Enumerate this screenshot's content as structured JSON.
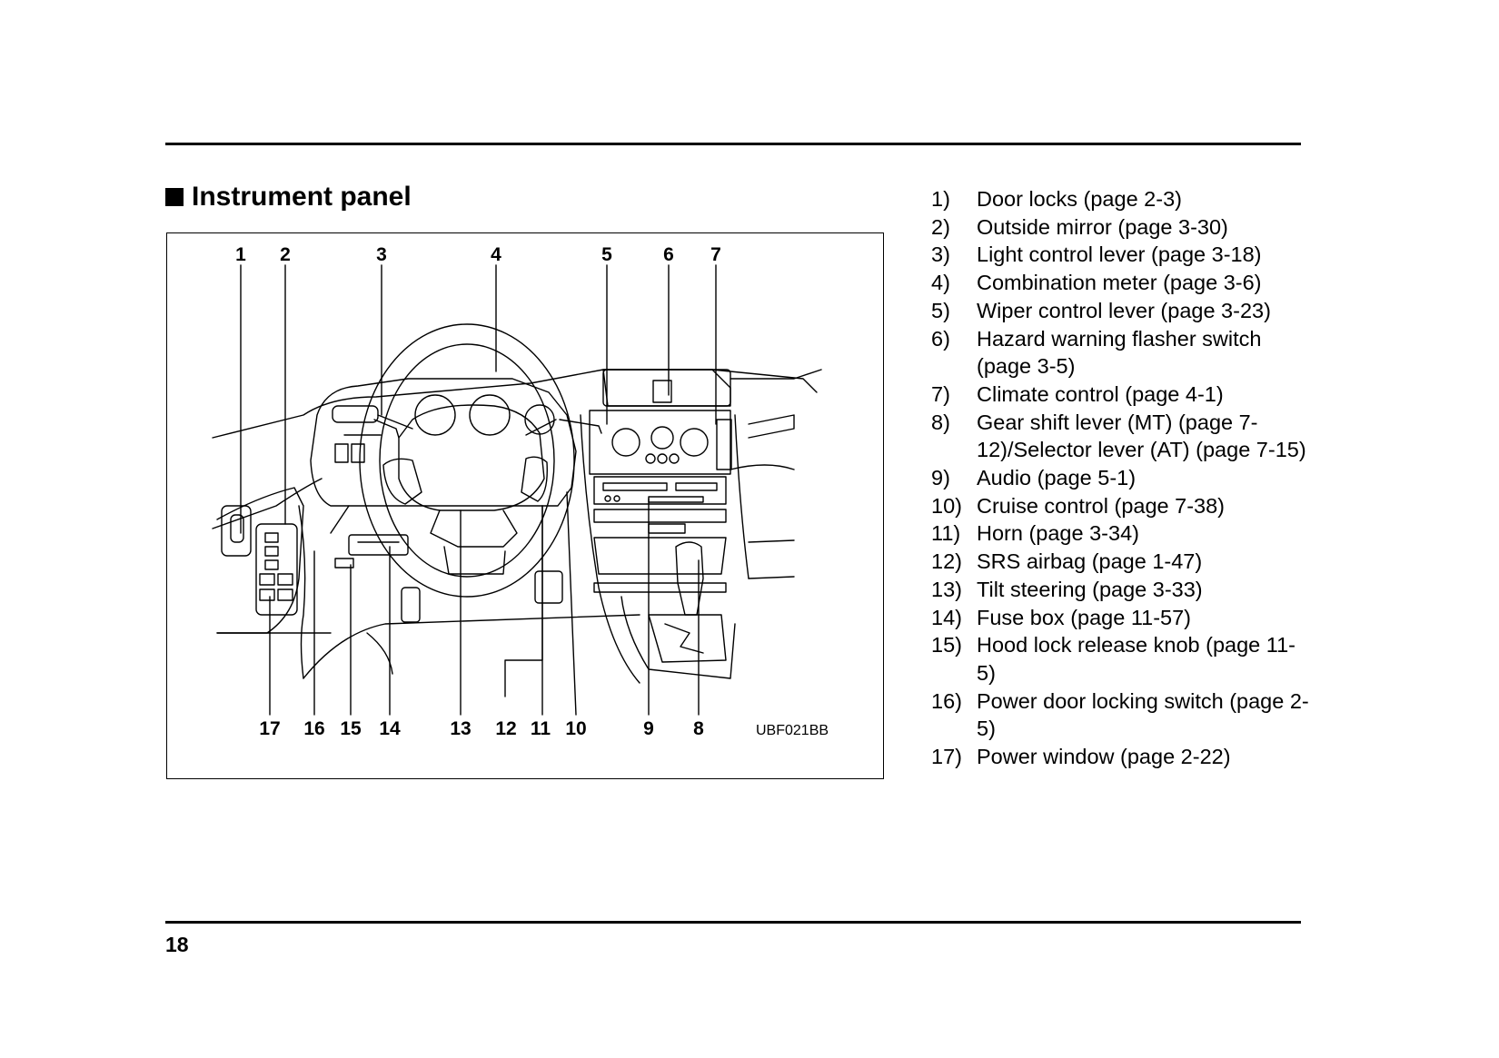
{
  "heading": "Instrument panel",
  "figure": {
    "code": "UBF021BB",
    "callouts_top": [
      "1",
      "2",
      "3",
      "4",
      "5",
      "6",
      "7"
    ],
    "callouts_bottom": [
      "17",
      "16",
      "15",
      "14",
      "13",
      "12",
      "11",
      "10",
      "9",
      "8"
    ]
  },
  "legend": [
    {
      "num": "1)",
      "text": "Door locks (page 2-3)"
    },
    {
      "num": "2)",
      "text": "Outside mirror (page 3-30)"
    },
    {
      "num": "3)",
      "text": "Light control lever (page 3-18)"
    },
    {
      "num": "4)",
      "text": "Combination meter (page 3-6)"
    },
    {
      "num": "5)",
      "text": "Wiper control lever (page 3-23)"
    },
    {
      "num": "6)",
      "text": "Hazard warning flasher switch (page 3-5)"
    },
    {
      "num": "7)",
      "text": "Climate control (page 4-1)"
    },
    {
      "num": "8)",
      "text": "Gear shift lever (MT) (page 7-12)/Selector lever (AT) (page 7-15)"
    },
    {
      "num": "9)",
      "text": "Audio (page 5-1)"
    },
    {
      "num": "10)",
      "text": "Cruise control (page 7-38)"
    },
    {
      "num": "11)",
      "text": "Horn (page 3-34)"
    },
    {
      "num": "12)",
      "text": "SRS airbag (page 1-47)"
    },
    {
      "num": "13)",
      "text": "Tilt steering (page 3-33)"
    },
    {
      "num": "14)",
      "text": "Fuse box (page 11-57)"
    },
    {
      "num": "15)",
      "text": "Hood lock release knob (page 11-5)"
    },
    {
      "num": "16)",
      "text": "Power door locking switch (page 2-5)"
    },
    {
      "num": "17)",
      "text": "Power window (page 2-22)"
    }
  ],
  "page_number": "18"
}
